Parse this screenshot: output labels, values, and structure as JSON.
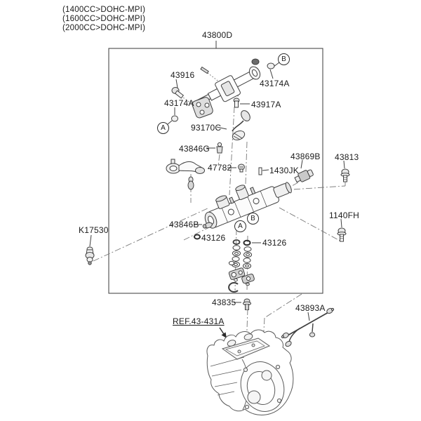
{
  "diagram": {
    "title_part_no": "43800D",
    "engine_variants": [
      {
        "label": "(1400CC>DOHC-MPI)"
      },
      {
        "label": "(1600CC>DOHC-MPI)"
      },
      {
        "label": "(2000CC>DOHC-MPI)"
      }
    ],
    "reference": {
      "label": "REF.43-431A"
    },
    "section_markers": {
      "a": "A",
      "b": "B"
    },
    "callouts": {
      "c43916": "43916",
      "c43174A_right": "43174A",
      "c43174A_left": "43174A",
      "c43917A": "43917A",
      "c93170C": "93170C",
      "c43846G": "43846G",
      "c43869B": "43869B",
      "c43813": "43813",
      "c47782": "47782",
      "c1430JK": "1430JK",
      "c1140FH": "1140FH",
      "cK17530": "K17530",
      "c43846B": "43846B",
      "c43126_left": "43126",
      "c43126_right": "43126",
      "c43835": "43835",
      "c43893A": "43893A"
    },
    "colors": {
      "line": "#3f3f3f",
      "construction_line": "#6e6e6e",
      "background": "#ffffff"
    }
  }
}
